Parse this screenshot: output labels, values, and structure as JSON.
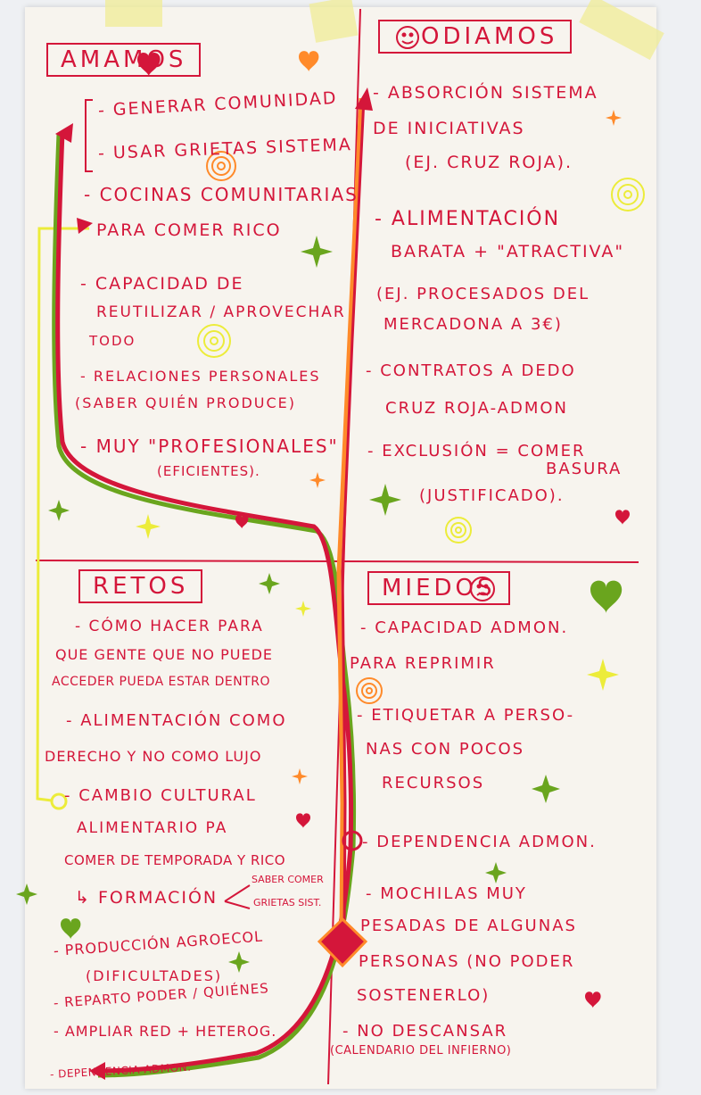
{
  "quadrants": {
    "amamos": {
      "title": "AMAMOS",
      "items": [
        "- GENERAR COMUNIDAD",
        "- USAR GRIETAS SISTEMA",
        "- COCINAS COMUNITARIAS",
        "PARA COMER RICO",
        "- CAPACIDAD DE",
        "REUTILIZAR / APROVECHAR",
        "TODO",
        "- RELACIONES PERSONALES",
        "(SABER QUIÉN PRODUCE)",
        "- MUY \"PROFESIONALES\"",
        "(EFICIENTES)."
      ]
    },
    "odiamos": {
      "title": "ODIAMOS",
      "items": [
        "- ABSORCIÓN SISTEMA",
        "DE INICIATIVAS",
        "(EJ. CRUZ ROJA).",
        "- ALIMENTACIÓN",
        "BARATA + \"ATRACTIVA\"",
        "(EJ. PROCESADOS DEL",
        "MERCADONA A 3€)",
        "- CONTRATOS A DEDO",
        "CRUZ ROJA-ADMON",
        "- EXCLUSIÓN = COMER",
        "BASURA",
        "(JUSTIFICADO)."
      ]
    },
    "retos": {
      "title": "RETOS",
      "items": [
        "- CÓMO HACER PARA",
        "QUE GENTE QUE NO PUEDE",
        "ACCEDER PUEDA ESTAR DENTRO",
        "- ALIMENTACIÓN COMO",
        "DERECHO Y NO COMO LUJO",
        "- CAMBIO CULTURAL",
        "ALIMENTARIO PA",
        "COMER DE TEMPORADA Y RICO",
        "↳ FORMACIÓN",
        "SABER COMER",
        "GRIETAS SIST.",
        "- PRODUCCIÓN AGROECOL",
        "(DIFICULTADES)",
        "- REPARTO PODER / QUIÉNES",
        "- AMPLIAR RED + HETEROG.",
        "- DEPENDENCIA ADMON."
      ]
    },
    "miedos": {
      "title": "MIEDOS",
      "items": [
        "- CAPACIDAD ADMON.",
        "PARA REPRIMIR",
        "- ETIQUETAR A PERSO-",
        "NAS CON POCOS",
        "RECURSOS",
        "- DEPENDENCIA ADMON.",
        "- MOCHILAS MUY",
        "PESADAS DE ALGUNAS",
        "PERSONAS (NO PODER",
        "SOSTENERLO)",
        "- NO DESCANSAR",
        "(CALENDARIO DEL INFIERNO)"
      ]
    }
  },
  "colors": {
    "marker_red": "#d4163a",
    "marker_green": "#6aa51e",
    "marker_orange": "#ff8a2a",
    "marker_yellow": "#ecec3a",
    "paper": "#f7f4ee",
    "wall": "#eef0f3",
    "tape": "#f0ec96"
  },
  "icons": [
    "heart-icon",
    "star-icon",
    "spiral-icon",
    "smiley-icon",
    "sad-face-icon"
  ]
}
